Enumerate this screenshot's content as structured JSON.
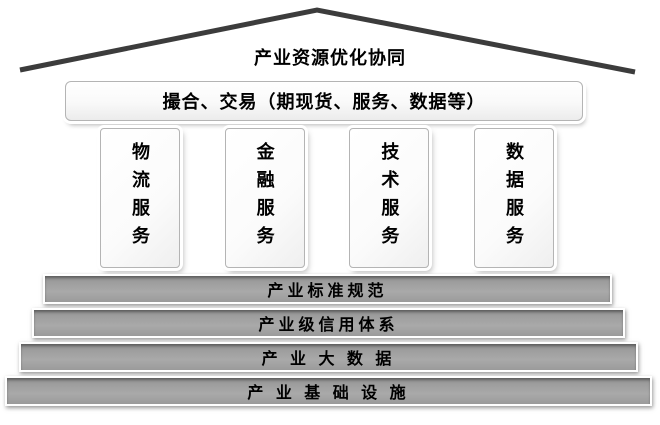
{
  "diagram": {
    "background": "#ffffff",
    "roof": {
      "title": "产业资源优化协同",
      "line_color": "#3c3c3c"
    },
    "trading_bar": {
      "label": "撮合、交易（期现货、服务、数据等）"
    },
    "pillars": [
      {
        "id": "logistics-services",
        "label": "物流服务"
      },
      {
        "id": "financial-services",
        "label": "金融服务"
      },
      {
        "id": "technology-services",
        "label": "技术服务"
      },
      {
        "id": "data-services",
        "label": "数据服务"
      }
    ],
    "foundation_bars": [
      {
        "label": "产业标准规范"
      },
      {
        "label": "产业级信用体系"
      },
      {
        "label": "产 业 大 数 据"
      },
      {
        "label": "产 业 基 础 设 施"
      }
    ],
    "colors": {
      "foundation_fill": "#9e9e9e",
      "panel_border": "#b4b4b4",
      "panel_fill": "#f7f7f7",
      "text": "#000000"
    }
  }
}
